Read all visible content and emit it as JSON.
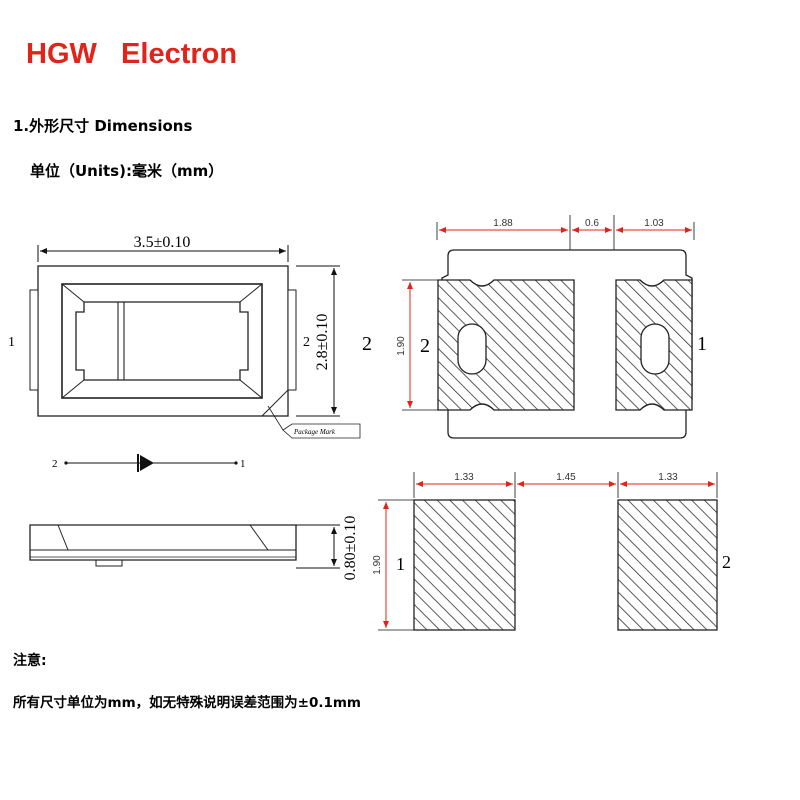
{
  "header": {
    "brand": "HGW   Electron"
  },
  "section": {
    "title": "1.外形尺寸 Dimensions",
    "units": "单位（Units):毫米（mm）"
  },
  "package": {
    "width_dim": "3.5±0.10",
    "height_dim": "2.8±0.10",
    "thickness_dim": "0.80±0.10",
    "pin_left": "1",
    "pin_right": "2",
    "pin_side": "2",
    "package_mark": "Package Mark"
  },
  "diode_symbol": {
    "left_label": "2",
    "right_label": "1"
  },
  "pad_top": {
    "dims": [
      "1.88",
      "0.6",
      "1.03"
    ],
    "height": "1.90",
    "label_outer_left": "2",
    "label_inner_left": "2",
    "label_right": "1"
  },
  "pad_bottom": {
    "dims": [
      "1.33",
      "1.45",
      "1.33"
    ],
    "height": "1.90",
    "label_left": "1",
    "label_right": "2"
  },
  "notes": {
    "title": "注意:",
    "text": "所有尺寸单位为mm，如无特殊说明误差范围为±0.1mm"
  },
  "colors": {
    "brand": "#e2231a",
    "dimension_arrow": "#e2231a",
    "hatch": "#333333"
  }
}
